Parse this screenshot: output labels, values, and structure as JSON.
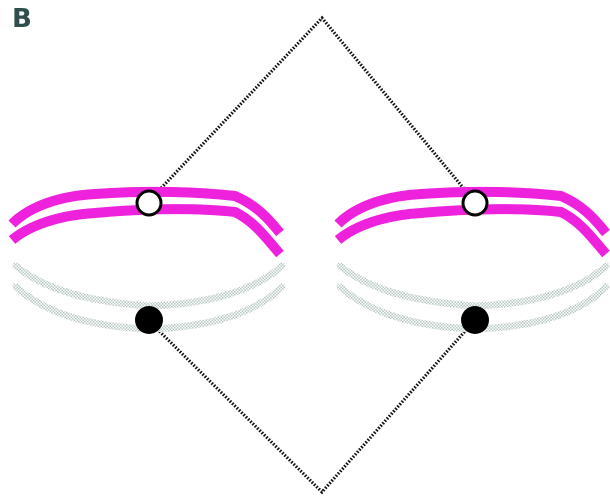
{
  "panel": {
    "label": "B"
  },
  "colors": {
    "label": "#2f4f4f",
    "upper_strands": "#ee22dd",
    "lower_strands": "#b7c9c1",
    "dotted_outline": "#111111",
    "open_marker_fill": "#ffffff",
    "marker_stroke": "#000000",
    "filled_marker": "#000000"
  },
  "elements": {
    "rings": [
      "left",
      "right"
    ],
    "upper_strand_style": "solid",
    "lower_strand_style": "stippled",
    "outline_style": "dotted",
    "markers": {
      "upper": "open-circle",
      "lower": "filled-circle"
    }
  }
}
